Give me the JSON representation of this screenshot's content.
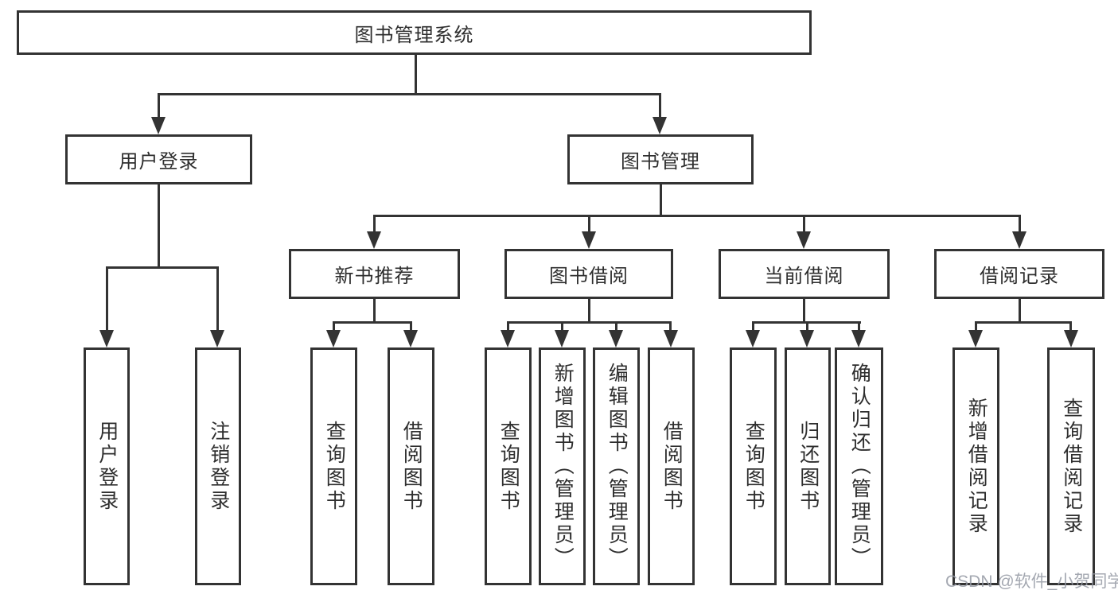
{
  "diagram": {
    "root": {
      "label": "图书管理系统"
    },
    "level2": [
      {
        "label": "用户登录"
      },
      {
        "label": "图书管理"
      }
    ],
    "level3": [
      {
        "label": "新书推荐"
      },
      {
        "label": "图书借阅"
      },
      {
        "label": "当前借阅"
      },
      {
        "label": "借阅记录"
      }
    ],
    "leaves": [
      {
        "label": "用户登录"
      },
      {
        "label": "注销登录"
      },
      {
        "label": "查询图书"
      },
      {
        "label": "借阅图书"
      },
      {
        "label": "查询图书"
      },
      {
        "label": "新增图书（管理员）"
      },
      {
        "label": "编辑图书（管理员）"
      },
      {
        "label": "借阅图书"
      },
      {
        "label": "查询图书"
      },
      {
        "label": "归还图书"
      },
      {
        "label": "确认归还（管理员）"
      },
      {
        "label": "新增借阅记录"
      },
      {
        "label": "查询借阅记录"
      }
    ]
  },
  "watermark": {
    "text": "CSDN @软件_小贺同学"
  },
  "colors": {
    "line": "#333333",
    "text": "#2e2e2e",
    "background": "#ffffff",
    "watermark": "#9499a3"
  }
}
